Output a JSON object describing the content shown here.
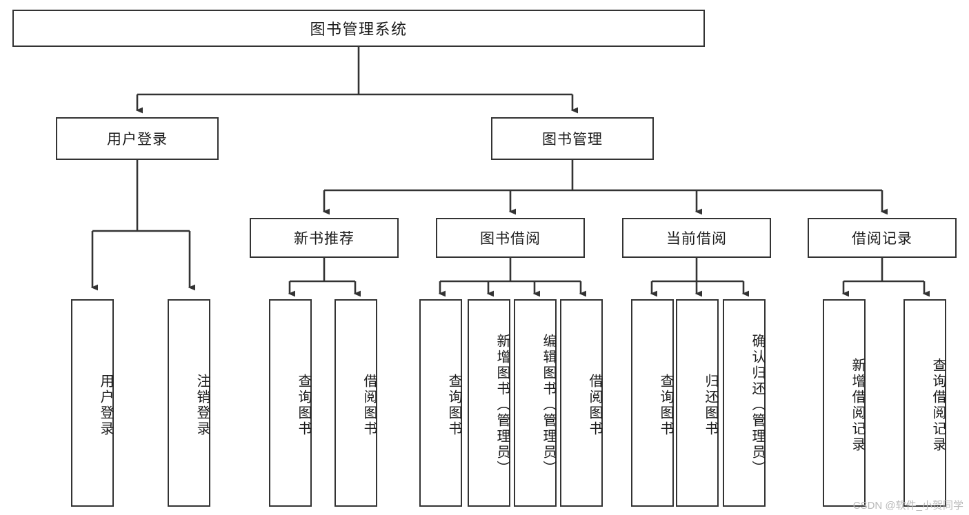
{
  "diagram": {
    "type": "tree-hierarchy",
    "title": "图书管理系统",
    "watermark": "CSDN @软件_小贺同学",
    "colors": {
      "stroke": "#333333",
      "fill": "#ffffff",
      "text": "#1b1b1b",
      "watermark": "#b9b9b9"
    },
    "levels": {
      "root": {
        "label": "图书管理系统"
      },
      "level2": [
        {
          "label": "用户登录"
        },
        {
          "label": "图书管理"
        }
      ],
      "level3": [
        {
          "label": "新书推荐"
        },
        {
          "label": "图书借阅"
        },
        {
          "label": "当前借阅"
        },
        {
          "label": "借阅记录"
        }
      ],
      "leaves": [
        {
          "label": "用户登录",
          "parent": "用户登录"
        },
        {
          "label": "注销登录",
          "parent": "用户登录"
        },
        {
          "label": "查询图书",
          "parent": "新书推荐"
        },
        {
          "label": "借阅图书",
          "parent": "新书推荐"
        },
        {
          "label": "查询图书",
          "parent": "图书借阅"
        },
        {
          "label": "新增图书（管理员）",
          "parent": "图书借阅"
        },
        {
          "label": "编辑图书（管理员）",
          "parent": "图书借阅"
        },
        {
          "label": "借阅图书",
          "parent": "图书借阅"
        },
        {
          "label": "查询图书",
          "parent": "当前借阅"
        },
        {
          "label": "归还图书",
          "parent": "当前借阅"
        },
        {
          "label": "确认归还（管理员）",
          "parent": "当前借阅"
        },
        {
          "label": "新增借阅记录",
          "parent": "借阅记录"
        },
        {
          "label": "查询借阅记录",
          "parent": "借阅记录"
        }
      ]
    }
  }
}
